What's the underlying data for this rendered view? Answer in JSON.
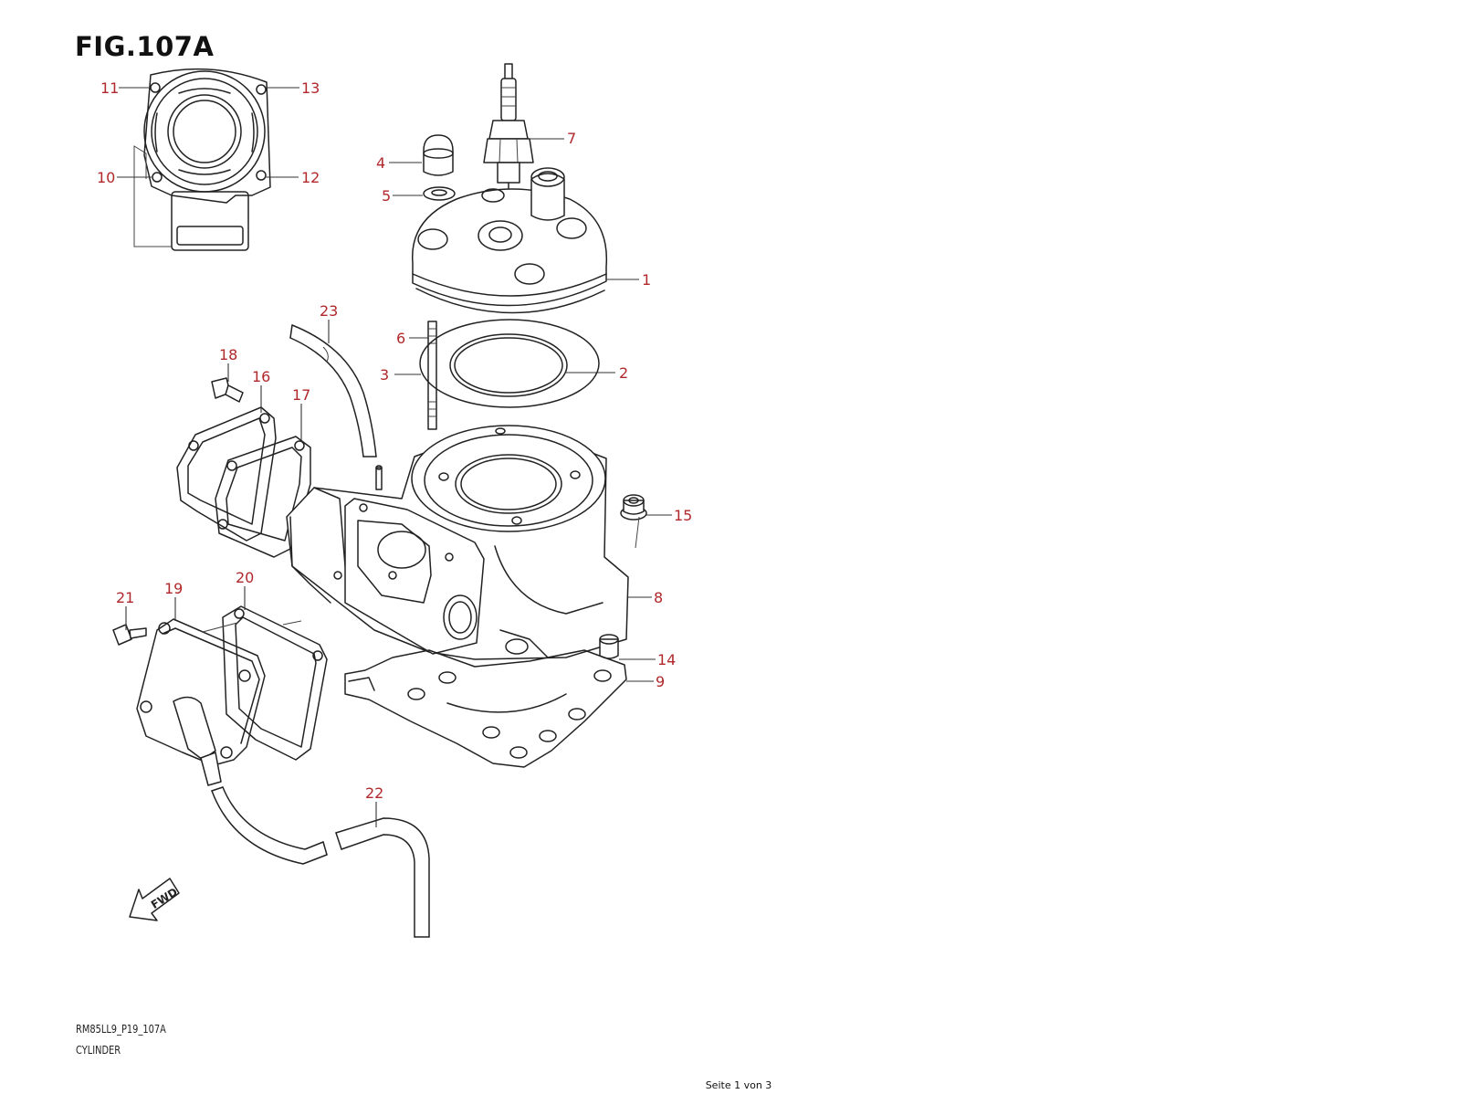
{
  "figure": {
    "title": "FIG.107A",
    "footer_code": "RM85LL9_P19_107A",
    "footer_name": "CYLINDER",
    "page_indicator": "Seite 1 von 3",
    "callout_color": "#b0282b",
    "direction_label": "FWD"
  },
  "callouts": [
    {
      "id": "c1",
      "label": "1"
    },
    {
      "id": "c2",
      "label": "2"
    },
    {
      "id": "c3",
      "label": "3"
    },
    {
      "id": "c4",
      "label": "4"
    },
    {
      "id": "c5",
      "label": "5"
    },
    {
      "id": "c6",
      "label": "6"
    },
    {
      "id": "c7",
      "label": "7"
    },
    {
      "id": "c8",
      "label": "8"
    },
    {
      "id": "c9",
      "label": "9"
    },
    {
      "id": "c10",
      "label": "10"
    },
    {
      "id": "c11",
      "label": "11"
    },
    {
      "id": "c12",
      "label": "12"
    },
    {
      "id": "c13",
      "label": "13"
    },
    {
      "id": "c14",
      "label": "14"
    },
    {
      "id": "c15",
      "label": "15"
    },
    {
      "id": "c16",
      "label": "16"
    },
    {
      "id": "c17",
      "label": "17"
    },
    {
      "id": "c18",
      "label": "18"
    },
    {
      "id": "c19",
      "label": "19"
    },
    {
      "id": "c20",
      "label": "20"
    },
    {
      "id": "c21",
      "label": "21"
    },
    {
      "id": "c22",
      "label": "22"
    },
    {
      "id": "c23",
      "label": "23"
    }
  ]
}
